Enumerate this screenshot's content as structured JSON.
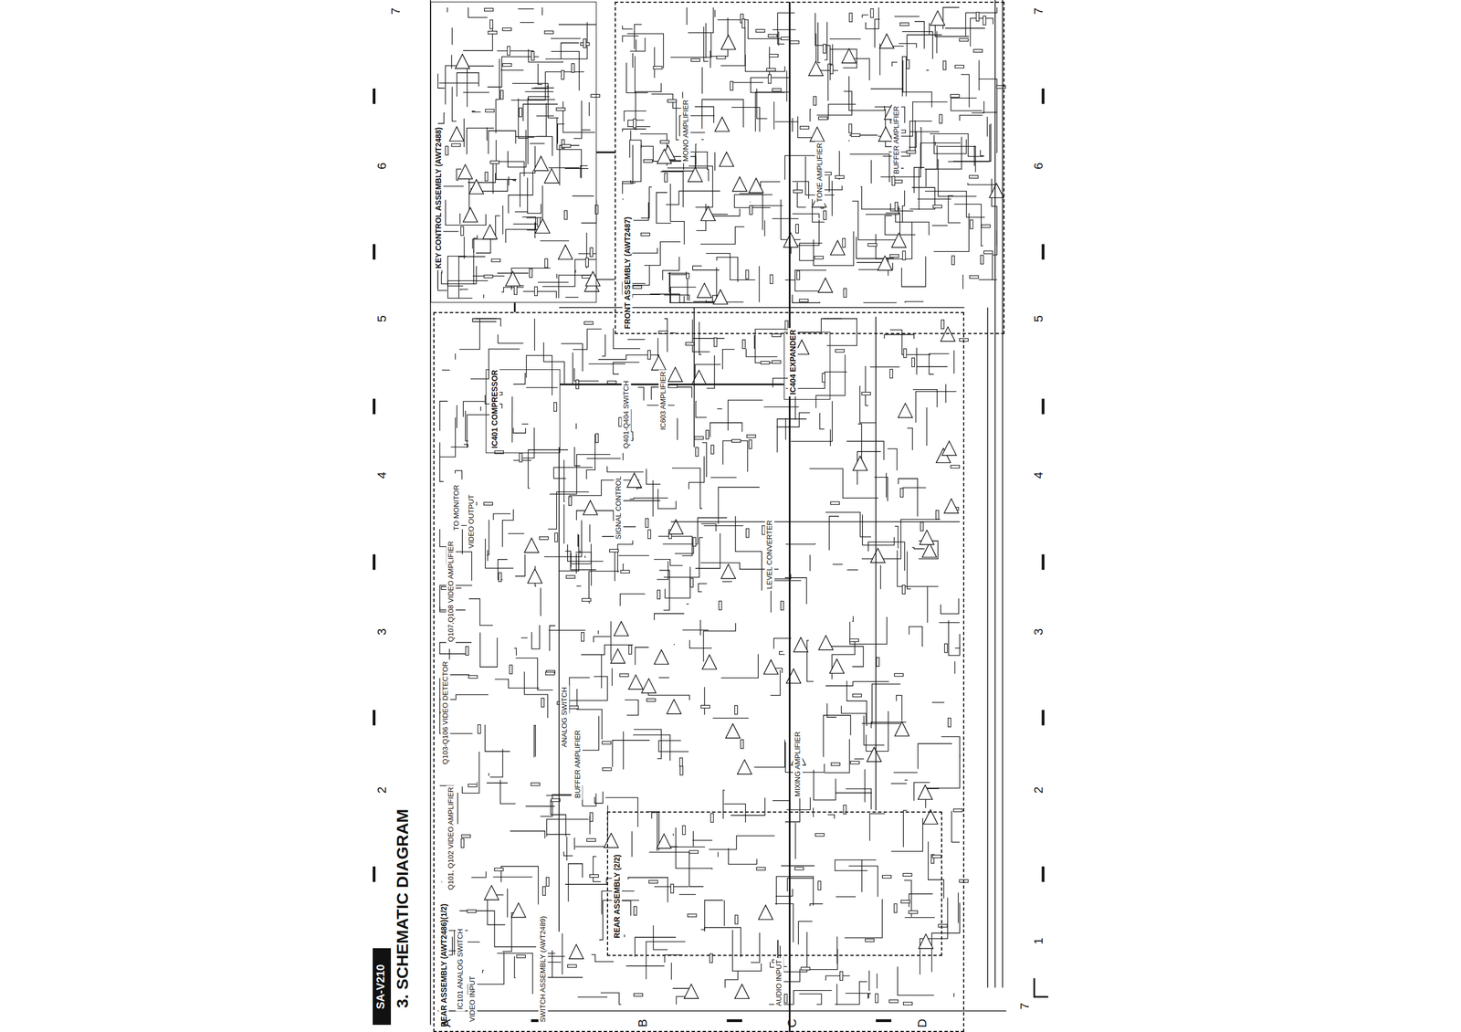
{
  "diagram": {
    "title": "3. SCHEMATIC DIAGRAM",
    "nodes": [
      {
        "text": [
          "SA-V210"
        ]
      },
      {
        "text": [
          "KEY CONTROL ASSEMBLY (AWT2488)"
        ]
      },
      {
        "text": [
          "FRONT ASSEMBLY (AWT2487)"
        ]
      },
      {
        "text": [
          "REAR ASSEMBLY (AWT2486)(1/2)"
        ]
      },
      {
        "text": [
          "IC401 COMPRESSOR"
        ],
        "in": 3
      },
      {
        "text": [
          "IC404 EXPANDER"
        ],
        "in": 3
      },
      {
        "text": [
          "REAR ASSEMBLY (2/2)"
        ],
        "in": 3
      }
    ],
    "edges": [
      {
        "from": 1,
        "to": 2,
        "arrow": "none"
      },
      {
        "from": 1,
        "to": 3,
        "arrow": "none"
      },
      {
        "from": 2,
        "to": 3,
        "arrow": "none"
      },
      {
        "from": 4,
        "to": 5,
        "arrow": "none"
      }
    ],
    "labels": [
      "A",
      "B",
      "C",
      "D",
      "7",
      "6",
      "5",
      "4",
      "3",
      "2",
      "7",
      "6",
      "5",
      "4",
      "3",
      "2",
      "1",
      "7",
      "IC101 ANALOG SWITCH",
      "Q101, Q102 VIDEO AMPLIFIER",
      "Q103-Q106 VIDEO DETECTOR",
      "Q107,Q108 VIDEO AMPLIFIER",
      "TO MONITOR",
      "VIDEO OUTPUT",
      "Q401-Q404 SWITCH",
      "IC603 AMPLIFIER",
      "SIGNAL CONTROL",
      "ANALOG SWITCH",
      "BUFFER AMPLIFIER",
      "MIXING AMPLIFIER",
      "LEVEL CONVERTER",
      "AUDIO INPUT",
      "VIDEO INPUT",
      "SWITCH ASSEMBLY (AWT2489)",
      "MONO AMPLIFIER",
      "TONE AMPLIFIER",
      "BUFFER AMPLIFIER"
    ]
  }
}
